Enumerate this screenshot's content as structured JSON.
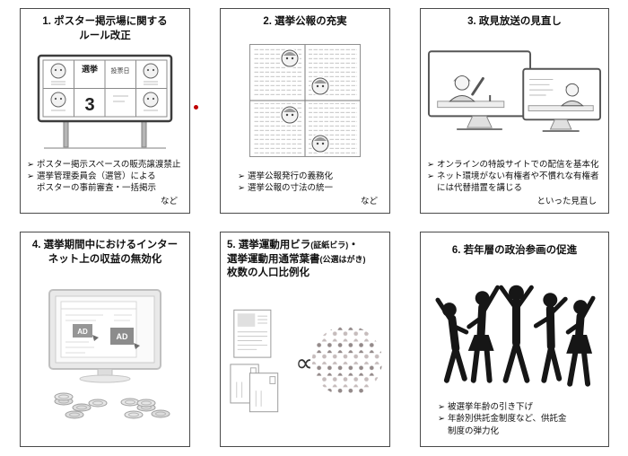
{
  "bullet_marker": "➢",
  "accent_red": "#c00000",
  "panels": [
    {
      "title": "1. ポスター掲示場に関する\nルール改正",
      "bullets": [
        "ポスター掲示スペースの販売譲渡禁止",
        "選挙管理委員会（選管）による\nポスターの事前審査・一括掲示"
      ],
      "note": "など",
      "illustration": {
        "name": "poster-board",
        "board_text_top": "選挙",
        "board_text_date": "投票日",
        "board_number": "3"
      }
    },
    {
      "title": "2. 選挙公報の充実",
      "bullets": [
        "選挙公報発行の義務化",
        "選挙公報の寸法の統一"
      ],
      "note": "など",
      "illustration": {
        "name": "election-bulletin"
      }
    },
    {
      "title": "3. 政見放送の見直し",
      "bullets": [
        "オンラインの特設サイトでの配信を基本化",
        "ネット環境がない有権者や不慣れな有権者\nには代替措置を講じる"
      ],
      "note": "といった見直し",
      "illustration": {
        "name": "broadcast-monitors"
      }
    },
    {
      "title": "4. 選挙期間中におけるインター\nネット上の収益の無効化",
      "bullets": [],
      "illustration": {
        "name": "ad-revenue-monitor",
        "ad_label": "AD"
      }
    },
    {
      "title_parts": [
        "5. 選挙運動用ビラ",
        "(証紙ビラ)",
        "・",
        "選挙運動用通常葉書",
        "(公選はがき)",
        "枚数の人口比例化"
      ],
      "bullets": [],
      "illustration": {
        "name": "population-proportional",
        "symbol": "∝"
      }
    },
    {
      "title": "6. 若年層の政治参画の促進",
      "bullets": [
        "被選挙年齢の引き下げ",
        "年齢別供託金制度など、供託金\n制度の弾力化"
      ],
      "illustration": {
        "name": "youth-silhouettes"
      }
    }
  ]
}
